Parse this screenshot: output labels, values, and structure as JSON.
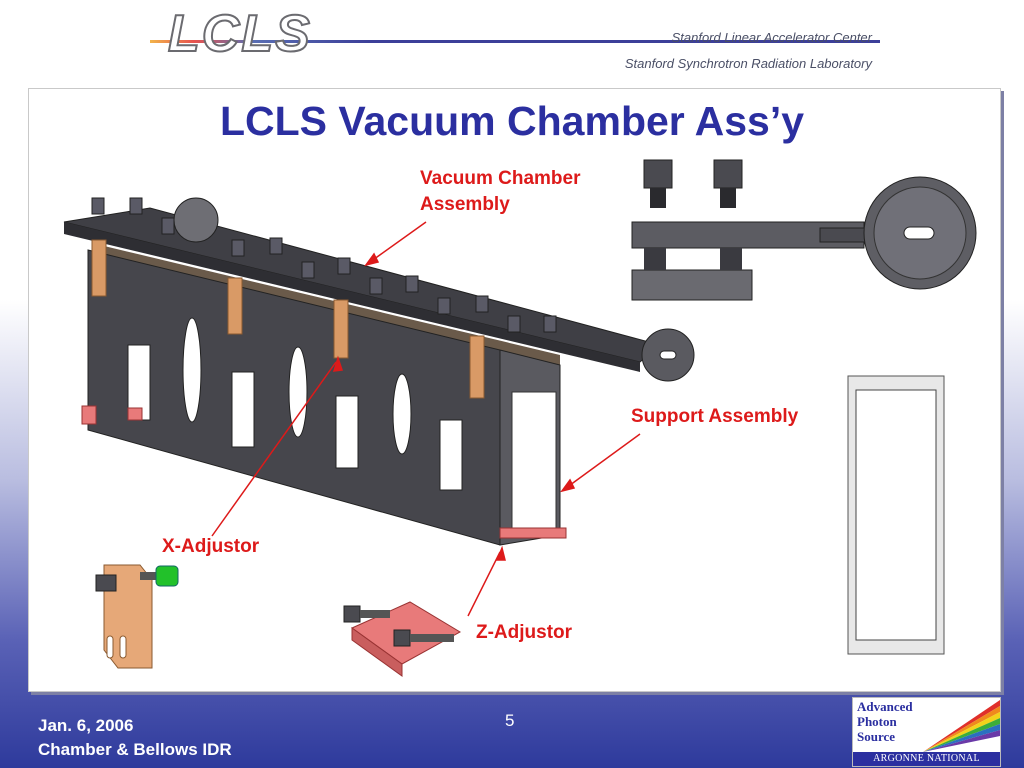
{
  "header": {
    "logo": "LCLS",
    "org_line1": "Stanford Linear Accelerator Center",
    "org_line2": "Stanford Synchrotron Radiation Laboratory"
  },
  "slide": {
    "title": "LCLS Vacuum Chamber Ass’y",
    "callouts": {
      "vacuum_chamber_line1": "Vacuum Chamber",
      "vacuum_chamber_line2": "Assembly",
      "support_assembly": "Support Assembly",
      "x_adjustor": "X-Adjustor",
      "z_adjustor": "Z-Adjustor"
    }
  },
  "footer": {
    "date": "Jan. 6, 2006",
    "event": "Chamber & Bellows IDR",
    "page_number": "5",
    "aps_logo": {
      "line1": "Advanced",
      "line2": "Photon",
      "line3": "Source",
      "lab": "ARGONNE NATIONAL LABORATORY"
    }
  },
  "colors": {
    "title": "#2b2fa0",
    "callout": "#dd1a1a",
    "steel_dark": "#4a4a50",
    "copper": "#e0a070",
    "pink": "#e87a7a"
  }
}
